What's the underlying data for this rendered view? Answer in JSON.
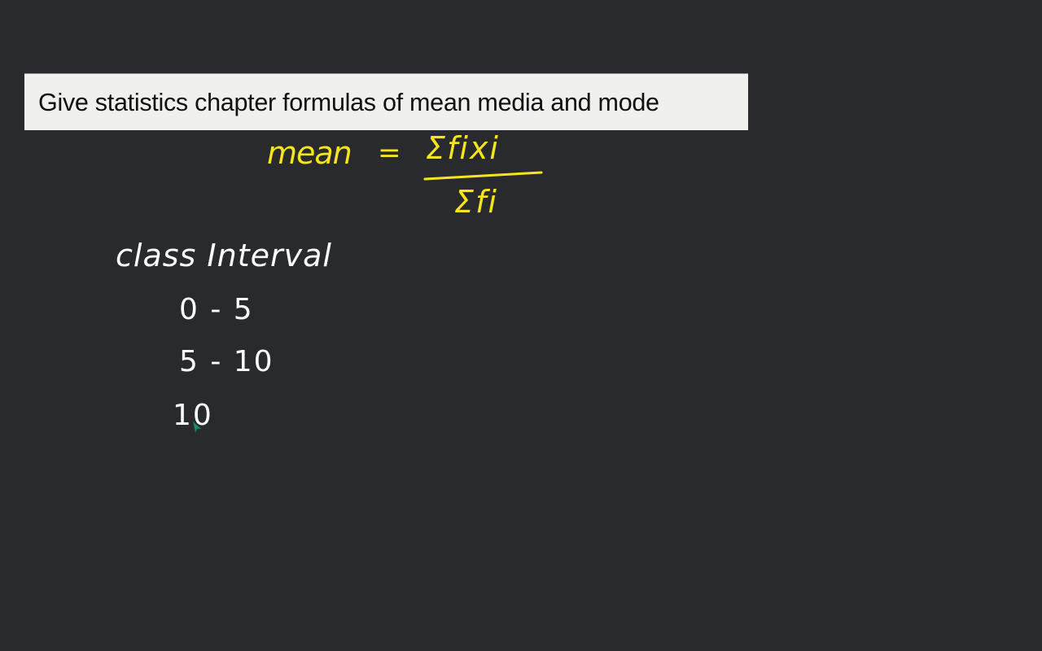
{
  "question": {
    "text": "Give statistics chapter formulas of mean media and mode"
  },
  "whiteboard": {
    "background_color": "#292a2d",
    "formula": {
      "lhs": "mean",
      "equals": "=",
      "numerator": "Σfixi",
      "denominator": "Σfi",
      "ink_color": "#f6e51e"
    },
    "table": {
      "header": "class Interval",
      "rows": [
        "0 - 5",
        "5 - 10",
        "10"
      ],
      "ink_color": "#ffffff"
    },
    "pointer": {
      "icon": "pen-cursor-icon",
      "color": "#1f8a6e"
    }
  }
}
